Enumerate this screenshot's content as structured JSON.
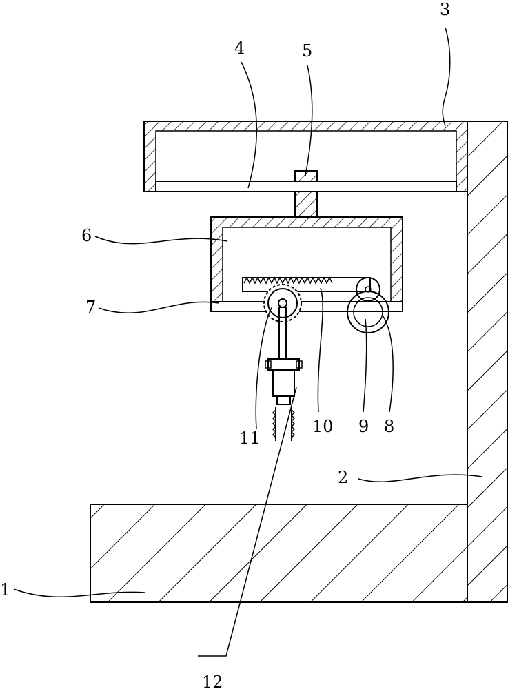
{
  "labels": {
    "n1": "1",
    "n2": "2",
    "n3": "3",
    "n4": "4",
    "n5": "5",
    "n6": "6",
    "n7": "7",
    "n8": "8",
    "n9": "9",
    "n10": "10",
    "n11": "11",
    "n12": "12"
  },
  "colors": {
    "line": "#000000",
    "background": "#ffffff"
  }
}
